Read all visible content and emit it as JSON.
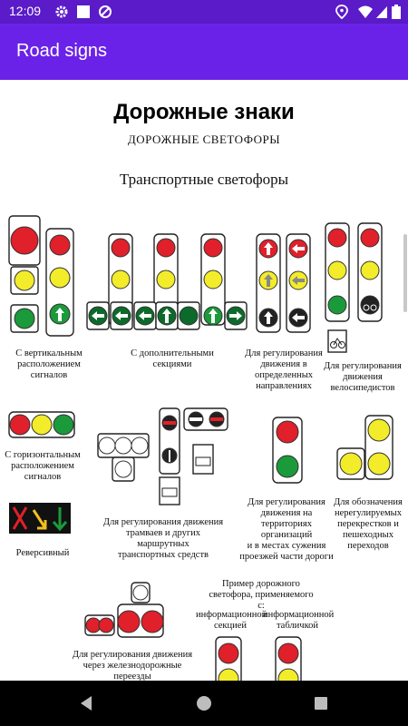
{
  "status_bar": {
    "time": "12:09",
    "icons": [
      "gear-icon",
      "square-notification-icon",
      "no-disturb-icon",
      "location-icon",
      "wifi-icon",
      "signal-icon",
      "battery-icon"
    ]
  },
  "app_bar": {
    "title": "Road signs"
  },
  "content": {
    "heading": "Дорожные знаки",
    "subheading": "ДОРОЖНЫЕ СВЕТОФОРЫ",
    "section_title": "Транспортные светофоры",
    "captions": {
      "vertical": [
        "С вертикальным",
        "расположением сигналов"
      ],
      "additional": [
        "С дополнительными",
        "секциями"
      ],
      "directions": [
        "Для регулирования",
        "движения в",
        "определенных",
        "направлениях"
      ],
      "bicycle": [
        "Для регулирования",
        "движения",
        "велосипедистов"
      ],
      "horizontal": [
        "С горизонтальным",
        "расположением",
        "сигналов"
      ],
      "reversible": [
        "Реверсивный"
      ],
      "tram": [
        "Для регулирования движения",
        "трамваев и других маршрутных",
        "транспортных средств"
      ],
      "territory": [
        "Для регулирования",
        "движения на",
        "территориях организаций",
        "и в местах сужения",
        "проезжей части дороги"
      ],
      "unregulated": [
        "Для обозначения",
        "нерегулируемых",
        "перекрестков и",
        "пешеходных переходов"
      ],
      "example": [
        "Пример дорожного",
        "светофора, применяемого с:"
      ],
      "info_section": [
        "информационной",
        "секцией"
      ],
      "info_table": [
        "информационной",
        "табличкой"
      ],
      "railway": [
        "Для регулирования движения",
        "через железнодорожные переезды"
      ]
    }
  },
  "colors": {
    "status_bar": "#5b1bc9",
    "app_bar": "#6b22e8",
    "red": "#e0202a",
    "yellow": "#f2ec2a",
    "green": "#1a9a3a"
  },
  "nav_bar": {
    "buttons": [
      "back-icon",
      "home-icon",
      "recents-icon"
    ]
  }
}
